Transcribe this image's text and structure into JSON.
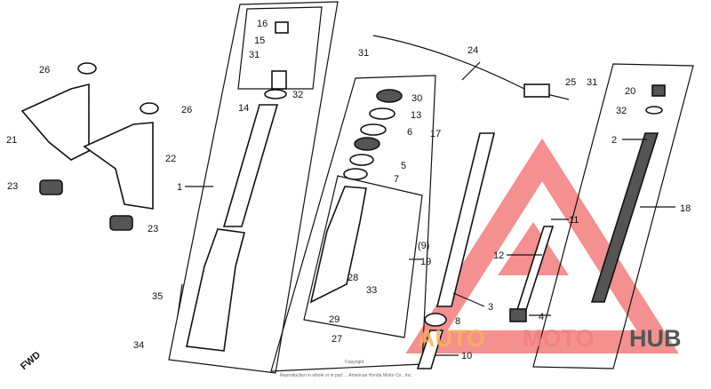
{
  "diagram": {
    "callouts": [
      "1",
      "2",
      "3",
      "4",
      "5",
      "6",
      "7",
      "8",
      "10",
      "11",
      "12",
      "13",
      "14",
      "15",
      "16",
      "17",
      "18",
      "19",
      "20",
      "21",
      "22",
      "23",
      "23",
      "24",
      "25",
      "26",
      "26",
      "27",
      "28",
      "29",
      "30",
      "31",
      "31",
      "31",
      "32",
      "32",
      "33",
      "34",
      "35"
    ],
    "callout_19_qty": "(9)",
    "direction_label": "FWD",
    "copyright": "Copyright",
    "copyright_line": "Reproduction in whole or in part ... American Honda Motor Co., Inc."
  },
  "watermark": {
    "parts": [
      "AUTO",
      "MOTO",
      "HUB"
    ],
    "colors": {
      "auto": "#f7b35a",
      "moto": "#f08080",
      "hub": "#555555",
      "triangle": "#f26b6b"
    }
  }
}
